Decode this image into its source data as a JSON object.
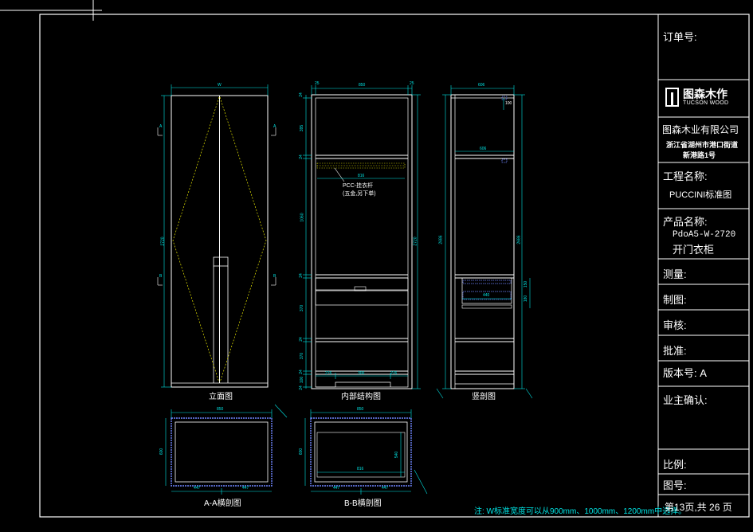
{
  "title_block": {
    "order_no_label": "订单号:",
    "logo_cn": "图森木作",
    "logo_en": "TUCSON WOOD",
    "company": "图森木业有限公司",
    "address_line1": "浙江省湖州市港口街道",
    "address_line2": "新港路1号",
    "project_label": "工程名称:",
    "project_value": "PUCCINI标准图",
    "product_label": "产品名称:",
    "product_code": "PdoA5-W-2720",
    "product_name": "开门衣柜",
    "measure_label": "测量:",
    "draw_label": "制图:",
    "review_label": "审核:",
    "approve_label": "批准:",
    "version_label": "版本号: A",
    "owner_label": "业主确认:",
    "scale_label": "比例:",
    "drawing_no_label": "图号:",
    "page_label": "第13页,共 26 页"
  },
  "captions": {
    "elevation": "立面图",
    "internal": "内部结构图",
    "section": "竖剖图",
    "aa": "A-A横剖图",
    "bb": "B-B横剖图"
  },
  "note": "注: W标准宽度可以从900mm、1000mm、1200mm中选择。",
  "annotations": {
    "rod_label": "PCC-挂衣杆",
    "rod_sub": "(五金,另下单)"
  },
  "dims": {
    "elev_top": "W",
    "elev_height": "2720",
    "int_top": [
      "25",
      "850",
      "25"
    ],
    "int_left": [
      "24",
      "395",
      "24",
      "1060",
      "24",
      "370",
      "24",
      "370",
      "24",
      "100",
      "24"
    ],
    "int_right": "2720",
    "int_rod": "816",
    "int_bottom": [
      "276",
      "300",
      "276"
    ],
    "sec_top": "606",
    "sec_100": "100",
    "sec_mid": "606",
    "sec_left": "2686",
    "sec_right": "2686",
    "sec_drawer": "440",
    "sec_side": [
      "150",
      "180"
    ],
    "aa_width": "850",
    "aa_depth": "600",
    "aa_bottom": [
      "447",
      "447"
    ],
    "bb_width": "850",
    "bb_depth": "600",
    "bb_inner": "540",
    "bb_inner_w": "816",
    "bb_bottom": [
      "447",
      "447"
    ]
  },
  "colors": {
    "background": "#000000",
    "frame": "#ffffff",
    "dimension": "#00e5e5",
    "hidden": "#e6e600",
    "hatch": "#6f86ff"
  }
}
